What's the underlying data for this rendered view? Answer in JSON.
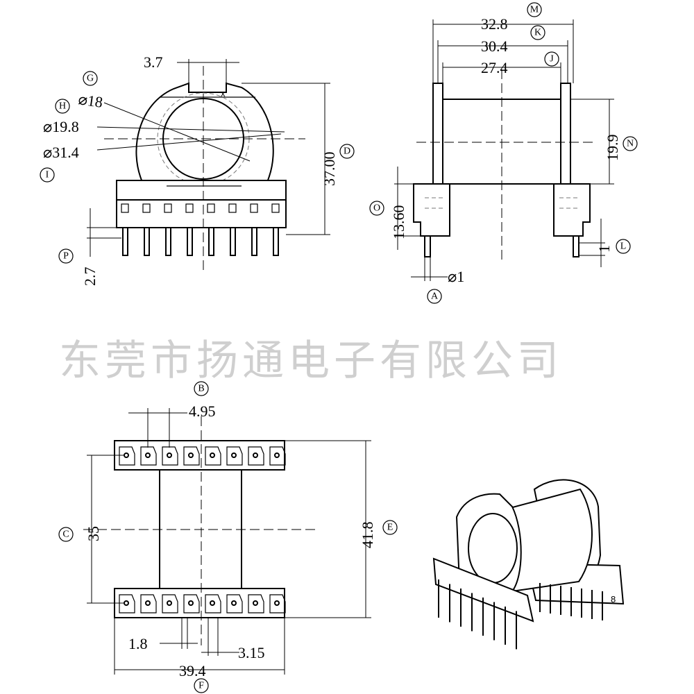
{
  "watermark": "东莞市扬通电子有限公司",
  "dimensions": {
    "slot_width": "3.7",
    "dia_g": "⌀18",
    "dia_h": "⌀19.8",
    "dia_i": "⌀31.4",
    "height_d": "37.00",
    "pin_len_p": "2.7",
    "width_m": "32.8",
    "width_k": "30.4",
    "width_j": "27.4",
    "bore_n": "19.9",
    "height_o": "13.60",
    "pin_l": "1",
    "pin_dia_a": "⌀1",
    "pitch_b": "4.95",
    "span_c": "35",
    "length_e": "41.8",
    "width_f": "39.4",
    "gap_1": "1.8",
    "gap_2": "3.15"
  },
  "callouts": {
    "a": "A",
    "b": "B",
    "c": "C",
    "d": "D",
    "e": "E",
    "f": "F",
    "g": "G",
    "h": "H",
    "i": "I",
    "j": "J",
    "k": "K",
    "l": "L",
    "m": "M",
    "n": "N",
    "o": "O",
    "p": "P"
  },
  "marks": {
    "x_mark": "x",
    "pin_label": "8"
  }
}
